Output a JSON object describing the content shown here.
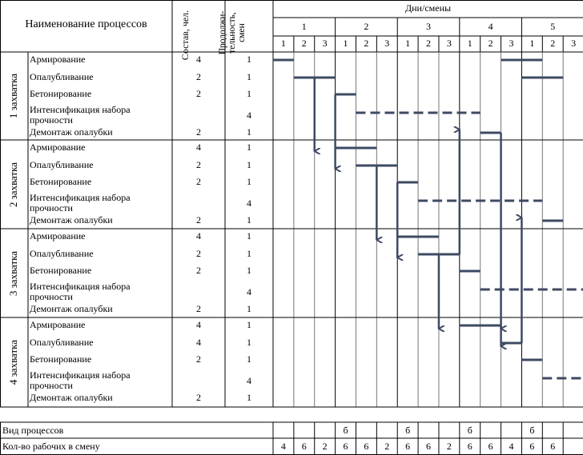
{
  "header": {
    "process_name": "Наименование процессов",
    "crew": "Состав, чел.",
    "duration": "Продолжи-тельность, смен",
    "days": "Дни/смены",
    "day_numbers": [
      "1",
      "2",
      "3",
      "4",
      "5"
    ],
    "shift_numbers": [
      "1",
      "2",
      "3",
      "1",
      "2",
      "3",
      "1",
      "2",
      "3",
      "1",
      "2",
      "3",
      "1",
      "2",
      "3"
    ]
  },
  "zones": [
    {
      "label": "1 захватка",
      "rows": [
        {
          "name": "Армирование",
          "crew": "4",
          "duration": "1"
        },
        {
          "name": "Опалубливание",
          "crew": "2",
          "duration": "1"
        },
        {
          "name": "Бетонирование",
          "crew": "2",
          "duration": "1"
        },
        {
          "name": "Интенсификация набора прочности",
          "crew": "",
          "duration": "4"
        },
        {
          "name": "Демонтаж опалубки",
          "crew": "2",
          "duration": "1"
        }
      ]
    },
    {
      "label": "2 захватка",
      "rows": [
        {
          "name": "Армирование",
          "crew": "4",
          "duration": "1"
        },
        {
          "name": "Опалубливание",
          "crew": "2",
          "duration": "1"
        },
        {
          "name": "Бетонирование",
          "crew": "2",
          "duration": "1"
        },
        {
          "name": "Интенсификация набора прочности",
          "crew": "",
          "duration": "4"
        },
        {
          "name": "Демонтаж опалубки",
          "crew": "2",
          "duration": "1"
        }
      ]
    },
    {
      "label": "3 захватка",
      "rows": [
        {
          "name": "Армирование",
          "crew": "4",
          "duration": "1"
        },
        {
          "name": "Опалубливание",
          "crew": "2",
          "duration": "1"
        },
        {
          "name": "Бетонирование",
          "crew": "2",
          "duration": "1"
        },
        {
          "name": "Интенсификация набора прочности",
          "crew": "",
          "duration": "4"
        },
        {
          "name": "Демонтаж опалубки",
          "crew": "2",
          "duration": "1"
        }
      ]
    },
    {
      "label": "4 захватка",
      "rows": [
        {
          "name": "Армирование",
          "crew": "4",
          "duration": "1"
        },
        {
          "name": "Опалубливание",
          "crew": "4",
          "duration": "1"
        },
        {
          "name": "Бетонирование",
          "crew": "2",
          "duration": "1"
        },
        {
          "name": "Интенсификация набора прочности",
          "crew": "",
          "duration": "4"
        },
        {
          "name": "Демонтаж опалубки",
          "crew": "2",
          "duration": "1"
        }
      ]
    }
  ],
  "footer": {
    "process_type_label": "Вид процессов",
    "process_type": [
      "",
      "",
      "",
      "б",
      "",
      "",
      "б",
      "",
      "",
      "б",
      "",
      "",
      "б",
      "",
      ""
    ],
    "workers_label": "Кол-во рабочих в смену",
    "workers": [
      "4",
      "6",
      "2",
      "6",
      "6",
      "2",
      "6",
      "6",
      "2",
      "6",
      "6",
      "4",
      "6",
      "6",
      ""
    ]
  },
  "schedule": {
    "bars": [
      {
        "zone": 0,
        "row": 0,
        "start": 0,
        "len": 1,
        "dashed": false
      },
      {
        "zone": 0,
        "row": 1,
        "start": 1,
        "len": 2,
        "dashed": false
      },
      {
        "zone": 0,
        "row": 2,
        "start": 3,
        "len": 1,
        "dashed": false
      },
      {
        "zone": 0,
        "row": 3,
        "start": 4,
        "len": 6,
        "dashed": true
      },
      {
        "zone": 0,
        "row": 4,
        "start": 10,
        "len": 1,
        "dashed": false
      },
      {
        "zone": 1,
        "row": 0,
        "start": 3,
        "len": 2,
        "dashed": false
      },
      {
        "zone": 1,
        "row": 1,
        "start": 4,
        "len": 2,
        "dashed": false
      },
      {
        "zone": 1,
        "row": 2,
        "start": 6,
        "len": 1,
        "dashed": false
      },
      {
        "zone": 1,
        "row": 3,
        "start": 7,
        "len": 6,
        "dashed": true
      },
      {
        "zone": 1,
        "row": 4,
        "start": 13,
        "len": 1,
        "dashed": false
      },
      {
        "zone": 2,
        "row": 0,
        "start": 6,
        "len": 2,
        "dashed": false
      },
      {
        "zone": 2,
        "row": 1,
        "start": 7,
        "len": 2,
        "dashed": false
      },
      {
        "zone": 2,
        "row": 2,
        "start": 9,
        "len": 1,
        "dashed": false
      },
      {
        "zone": 2,
        "row": 3,
        "start": 10,
        "len": 5,
        "dashed": true
      },
      {
        "zone": 3,
        "row": 0,
        "start": 9,
        "len": 2,
        "dashed": false
      },
      {
        "zone": 3,
        "row": 1,
        "start": 11,
        "len": 1,
        "dashed": false
      },
      {
        "zone": 3,
        "row": 2,
        "start": 12,
        "len": 1,
        "dashed": false
      },
      {
        "zone": 3,
        "row": 3,
        "start": 13,
        "len": 2,
        "dashed": true
      },
      {
        "zone": 0,
        "row": 0,
        "start": 11,
        "len": 2,
        "dashed": false
      },
      {
        "zone": 0,
        "row": 1,
        "start": 12,
        "len": 2,
        "dashed": false
      }
    ],
    "links": [
      {
        "x": 2,
        "from": [
          0,
          1
        ],
        "to": [
          1,
          0
        ],
        "dir": "down"
      },
      {
        "x": 3,
        "from": [
          0,
          2
        ],
        "to": [
          1,
          1
        ],
        "dir": "down"
      },
      {
        "x": 5,
        "from": [
          1,
          1
        ],
        "to": [
          2,
          0
        ],
        "dir": "down"
      },
      {
        "x": 6,
        "from": [
          1,
          2
        ],
        "to": [
          2,
          1
        ],
        "dir": "down"
      },
      {
        "x": 8,
        "from": [
          2,
          1
        ],
        "to": [
          3,
          0
        ],
        "dir": "down"
      },
      {
        "x": 11,
        "from": [
          3,
          0
        ],
        "to": [
          3,
          1
        ],
        "dir": "down"
      },
      {
        "x": 9,
        "from": [
          2,
          1
        ],
        "to": [
          0,
          4
        ],
        "dir": "up"
      },
      {
        "x": 12,
        "from": [
          3,
          1
        ],
        "to": [
          1,
          4
        ],
        "dir": "up"
      },
      {
        "x": 11,
        "from": [
          0,
          4
        ],
        "to": [
          3,
          0
        ],
        "dir": "down"
      }
    ]
  }
}
